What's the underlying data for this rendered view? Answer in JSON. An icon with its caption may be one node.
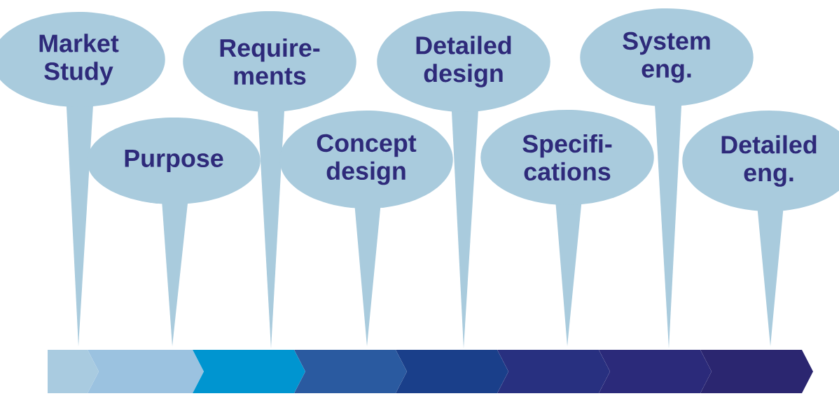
{
  "diagram": {
    "nodes": [
      {
        "text": [
          "Market Study"
        ]
      },
      {
        "text": [
          "Purpose"
        ]
      },
      {
        "text": [
          "Require-ments"
        ]
      },
      {
        "text": [
          "Concept design"
        ]
      },
      {
        "text": [
          "Detailed design"
        ]
      },
      {
        "text": [
          "Specifi-cations"
        ]
      },
      {
        "text": [
          "System eng."
        ]
      },
      {
        "text": [
          "Detailed eng."
        ]
      }
    ]
  }
}
